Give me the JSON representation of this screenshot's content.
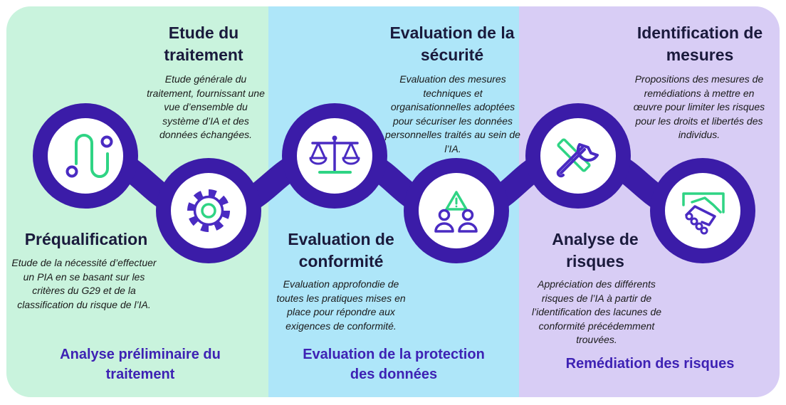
{
  "colors": {
    "panel_1": "#c9f3dd",
    "panel_2": "#aee6f9",
    "panel_3": "#d8cdf5",
    "chain": "#3b1ca8",
    "icon_purple": "#4a2bc2",
    "icon_green": "#2fd484",
    "phase_text": "#3e22b4",
    "title_text": "#1a1a3c"
  },
  "phases": [
    {
      "label": "Analyse préliminaire du traitement"
    },
    {
      "label": "Evaluation de la protection des données"
    },
    {
      "label": "Remédiation des risques"
    }
  ],
  "steps": [
    {
      "title": "Préqualification",
      "description": "Etude de la nécessité d’effectuer un PIA en se basant sur les critères du G29 et de la classification du risque de l’IA.",
      "icon": "route-icon"
    },
    {
      "title": "Etude du traitement",
      "description": "Etude générale du traitement, fournissant une vue d’ensemble du système d’IA et des données échangées.",
      "icon": "gear-icon"
    },
    {
      "title": "Evaluation de conformité",
      "description": "Evaluation approfondie de toutes les pratiques mises en place pour répondre aux exigences de conformité.",
      "icon": "scales-icon"
    },
    {
      "title": "Evaluation de la sécurité",
      "description": "Evaluation des mesures techniques et organisationnelles adoptées pour sécuriser les données personnelles traités au sein de l’IA.",
      "icon": "people-warning-icon"
    },
    {
      "title": "Analyse de risques",
      "description": "Appréciation des différents risques de l’IA à partir de l’identification des lacunes de conformité précédemment trouvées.",
      "icon": "tools-icon"
    },
    {
      "title": "Identification de mesures",
      "description": "Propositions des mesures de remédiations à mettre en œuvre pour limiter les risques pour les droits et libertés des individus.",
      "icon": "handshake-icon"
    }
  ]
}
